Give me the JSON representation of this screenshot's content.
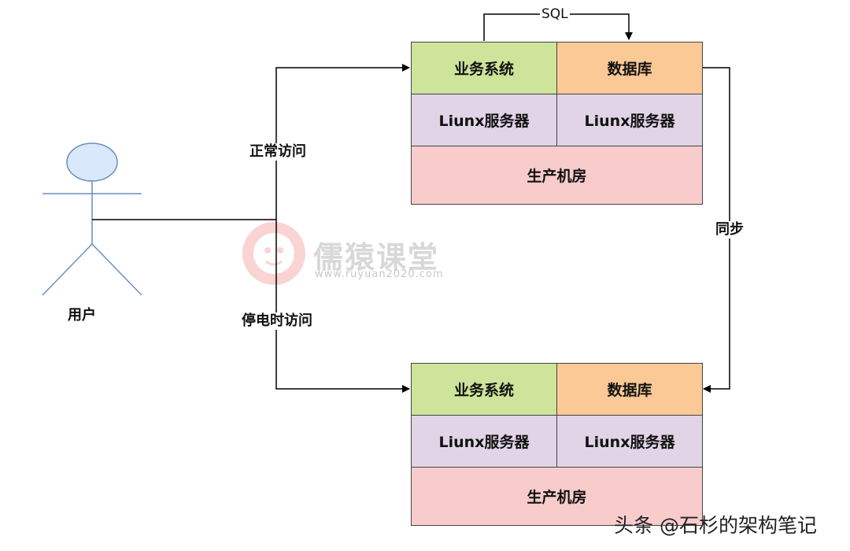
{
  "user": {
    "label": "用户"
  },
  "edges": {
    "normal_label": "正常访问",
    "outage_label": "停电时访问",
    "sql_label": "SQL",
    "sync_label": "同步"
  },
  "prod_room": {
    "business": "业务系统",
    "database": "数据库",
    "server_left": "Liunx服务器",
    "server_right": "Liunx服务器",
    "room": "生产机房"
  },
  "backup_room": {
    "business": "业务系统",
    "database": "数据库",
    "server_left": "Liunx服务器",
    "server_right": "Liunx服务器",
    "room": "生产机房"
  },
  "watermark": {
    "brand": "儒猿课堂",
    "url": "www.ruyuan2020.com"
  },
  "footer": {
    "credit": "头条 @石杉的架构笔记"
  },
  "colors": {
    "business": "#cde49a",
    "database": "#fbc996",
    "server": "#e0d4e6",
    "room": "#f9cccc",
    "actor_head": "#dae8fc",
    "actor_stroke": "#6c8ebf"
  }
}
